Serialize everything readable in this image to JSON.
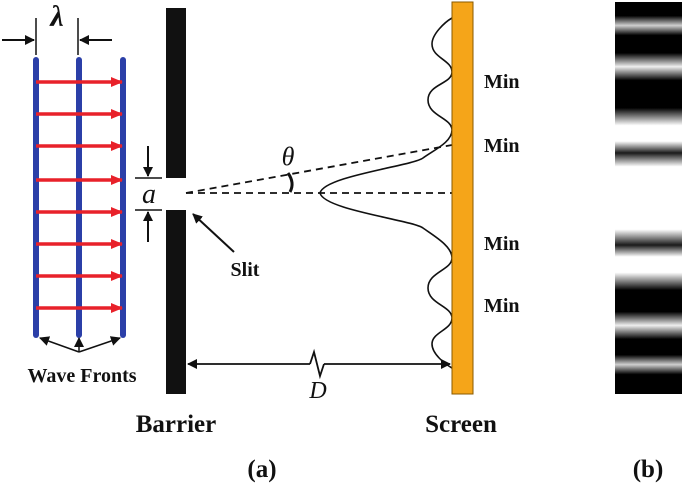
{
  "labels": {
    "lambda": "λ",
    "a": "a",
    "theta": "θ",
    "D": "D",
    "slit": "Slit",
    "wave_fronts": "Wave Fronts",
    "barrier": "Barrier",
    "screen": "Screen",
    "min_1": "Min",
    "min_2": "Min",
    "min_3": "Min",
    "min_4": "Min",
    "panel_a": "(a)",
    "panel_b": "(b)"
  },
  "colors": {
    "wave_front": "#2b3fa8",
    "ray": "#e8212a",
    "barrier": "#111111",
    "screen": "#f5a519",
    "screen_border": "#8a5a00",
    "line": "#111111"
  }
}
